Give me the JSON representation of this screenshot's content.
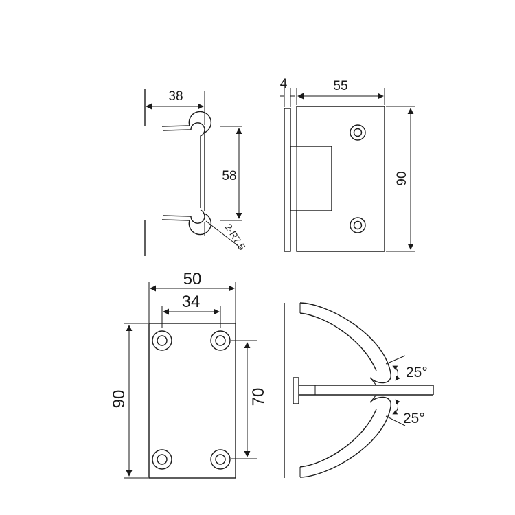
{
  "drawing": {
    "top_left": {
      "width": "38",
      "height": "58",
      "radius": "2-R7.5"
    },
    "top_right": {
      "thickness": "4",
      "width": "55",
      "height": "90"
    },
    "bottom_left": {
      "outer_width": "50",
      "hole_spacing": "34",
      "height": "90",
      "hole_height": "70"
    },
    "bottom_right": {
      "angle_top": "25°",
      "angle_bottom": "25°"
    }
  },
  "colors": {
    "line": "#1a1a1a",
    "background": "#ffffff"
  }
}
